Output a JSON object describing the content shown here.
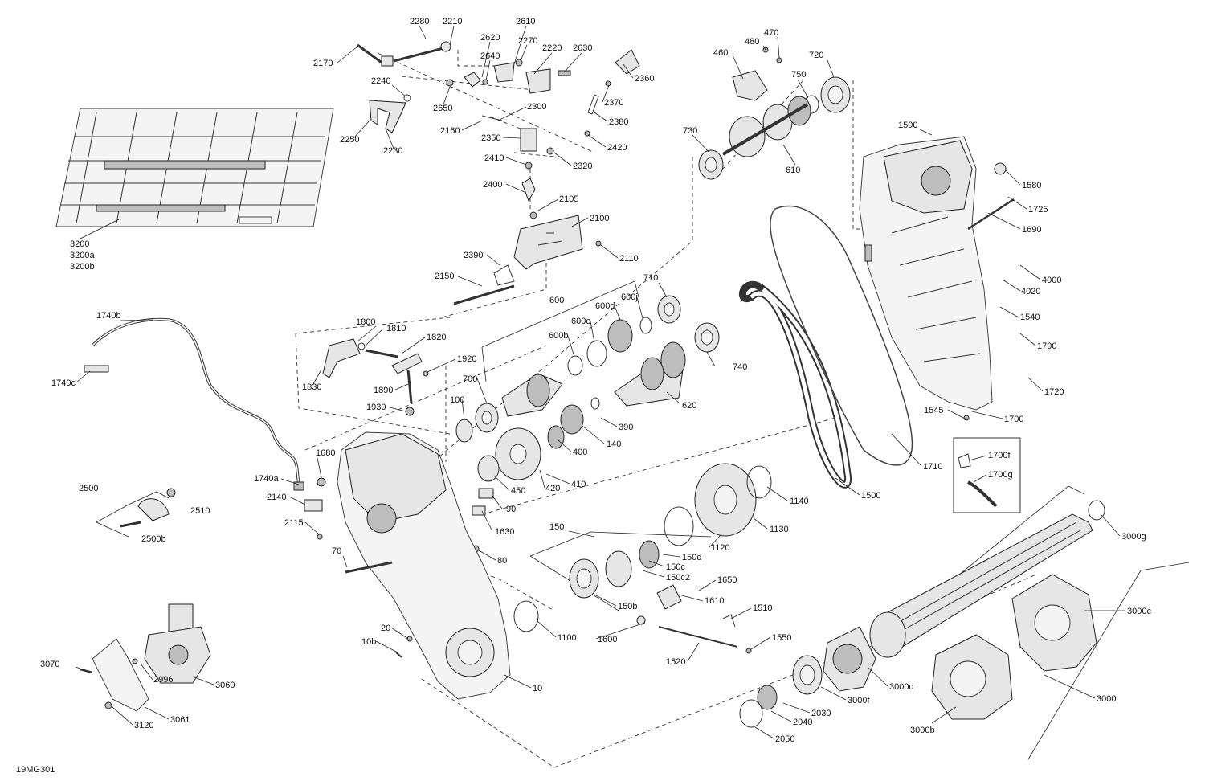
{
  "figure_code": "19MG301",
  "callouts": [
    {
      "id": "2280",
      "text": "2280"
    },
    {
      "id": "2210",
      "text": "2210"
    },
    {
      "id": "2610",
      "text": "2610"
    },
    {
      "id": "2620",
      "text": "2620"
    },
    {
      "id": "2270",
      "text": "2270"
    },
    {
      "id": "2640",
      "text": "2640"
    },
    {
      "id": "2220",
      "text": "2220"
    },
    {
      "id": "2630",
      "text": "2630"
    },
    {
      "id": "2170",
      "text": "2170"
    },
    {
      "id": "2240",
      "text": "2240"
    },
    {
      "id": "2650",
      "text": "2650"
    },
    {
      "id": "2360",
      "text": "2360"
    },
    {
      "id": "2370",
      "text": "2370"
    },
    {
      "id": "2300",
      "text": "2300"
    },
    {
      "id": "2160",
      "text": "2160"
    },
    {
      "id": "2380",
      "text": "2380"
    },
    {
      "id": "2250",
      "text": "2250"
    },
    {
      "id": "2230",
      "text": "2230"
    },
    {
      "id": "2350",
      "text": "2350"
    },
    {
      "id": "2420",
      "text": "2420"
    },
    {
      "id": "2410",
      "text": "2410"
    },
    {
      "id": "2320",
      "text": "2320"
    },
    {
      "id": "2400",
      "text": "2400"
    },
    {
      "id": "2105",
      "text": "2105"
    },
    {
      "id": "2100",
      "text": "2100"
    },
    {
      "id": "2390",
      "text": "2390"
    },
    {
      "id": "2110",
      "text": "2110"
    },
    {
      "id": "2150",
      "text": "2150"
    },
    {
      "id": "3200",
      "text": "3200"
    },
    {
      "id": "3200a",
      "text": "3200a"
    },
    {
      "id": "3200b",
      "text": "3200b"
    },
    {
      "id": "460",
      "text": "460"
    },
    {
      "id": "480",
      "text": "480"
    },
    {
      "id": "470",
      "text": "470"
    },
    {
      "id": "720",
      "text": "720"
    },
    {
      "id": "750",
      "text": "750"
    },
    {
      "id": "730",
      "text": "730"
    },
    {
      "id": "610",
      "text": "610"
    },
    {
      "id": "1590",
      "text": "1590"
    },
    {
      "id": "1580",
      "text": "1580"
    },
    {
      "id": "1725",
      "text": "1725"
    },
    {
      "id": "1690",
      "text": "1690"
    },
    {
      "id": "4000",
      "text": "4000"
    },
    {
      "id": "4020",
      "text": "4020"
    },
    {
      "id": "1540",
      "text": "1540"
    },
    {
      "id": "1790",
      "text": "1790"
    },
    {
      "id": "1720",
      "text": "1720"
    },
    {
      "id": "1545",
      "text": "1545"
    },
    {
      "id": "1700",
      "text": "1700"
    },
    {
      "id": "1700f",
      "text": "1700f"
    },
    {
      "id": "1700g",
      "text": "1700g"
    },
    {
      "id": "1710",
      "text": "1710"
    },
    {
      "id": "1500",
      "text": "1500"
    },
    {
      "id": "710",
      "text": "710"
    },
    {
      "id": "600j",
      "text": "600j"
    },
    {
      "id": "600d",
      "text": "600d"
    },
    {
      "id": "600c",
      "text": "600c"
    },
    {
      "id": "600b",
      "text": "600b"
    },
    {
      "id": "600",
      "text": "600"
    },
    {
      "id": "740",
      "text": "740"
    },
    {
      "id": "620",
      "text": "620"
    },
    {
      "id": "390",
      "text": "390"
    },
    {
      "id": "140",
      "text": "140"
    },
    {
      "id": "400",
      "text": "400"
    },
    {
      "id": "410",
      "text": "410"
    },
    {
      "id": "420",
      "text": "420"
    },
    {
      "id": "450",
      "text": "450"
    },
    {
      "id": "700",
      "text": "700"
    },
    {
      "id": "100",
      "text": "100"
    },
    {
      "id": "1740b",
      "text": "1740b"
    },
    {
      "id": "1740c",
      "text": "1740c"
    },
    {
      "id": "1740a",
      "text": "1740a"
    },
    {
      "id": "1800",
      "text": "1800"
    },
    {
      "id": "1810",
      "text": "1810"
    },
    {
      "id": "1820",
      "text": "1820"
    },
    {
      "id": "1920",
      "text": "1920"
    },
    {
      "id": "1830",
      "text": "1830"
    },
    {
      "id": "1890",
      "text": "1890"
    },
    {
      "id": "1930",
      "text": "1930"
    },
    {
      "id": "1680",
      "text": "1680"
    },
    {
      "id": "2140",
      "text": "2140"
    },
    {
      "id": "2115",
      "text": "2115"
    },
    {
      "id": "70",
      "text": "70"
    },
    {
      "id": "2500",
      "text": "2500"
    },
    {
      "id": "2510",
      "text": "2510"
    },
    {
      "id": "2500b",
      "text": "2500b"
    },
    {
      "id": "90",
      "text": "90"
    },
    {
      "id": "1630",
      "text": "1630"
    },
    {
      "id": "80",
      "text": "80"
    },
    {
      "id": "1140",
      "text": "1140"
    },
    {
      "id": "1130",
      "text": "1130"
    },
    {
      "id": "1120",
      "text": "1120"
    },
    {
      "id": "150",
      "text": "150"
    },
    {
      "id": "150d",
      "text": "150d"
    },
    {
      "id": "150c",
      "text": "150c"
    },
    {
      "id": "150c2",
      "text": "150c2"
    },
    {
      "id": "1650",
      "text": "1650"
    },
    {
      "id": "150b",
      "text": "150b"
    },
    {
      "id": "1610",
      "text": "1610"
    },
    {
      "id": "1600",
      "text": "1600"
    },
    {
      "id": "1510",
      "text": "1510"
    },
    {
      "id": "1550",
      "text": "1550"
    },
    {
      "id": "1520",
      "text": "1520"
    },
    {
      "id": "1100",
      "text": "1100"
    },
    {
      "id": "20",
      "text": "20"
    },
    {
      "id": "10b",
      "text": "10b"
    },
    {
      "id": "10",
      "text": "10"
    },
    {
      "id": "3070",
      "text": "3070"
    },
    {
      "id": "2996",
      "text": "2996"
    },
    {
      "id": "3060",
      "text": "3060"
    },
    {
      "id": "3061",
      "text": "3061"
    },
    {
      "id": "3120",
      "text": "3120"
    },
    {
      "id": "3000g",
      "text": "3000g"
    },
    {
      "id": "3000c",
      "text": "3000c"
    },
    {
      "id": "3000d",
      "text": "3000d"
    },
    {
      "id": "3000f",
      "text": "3000f"
    },
    {
      "id": "2030",
      "text": "2030"
    },
    {
      "id": "2040",
      "text": "2040"
    },
    {
      "id": "2050",
      "text": "2050"
    },
    {
      "id": "3000b",
      "text": "3000b"
    },
    {
      "id": "3000",
      "text": "3000"
    }
  ]
}
